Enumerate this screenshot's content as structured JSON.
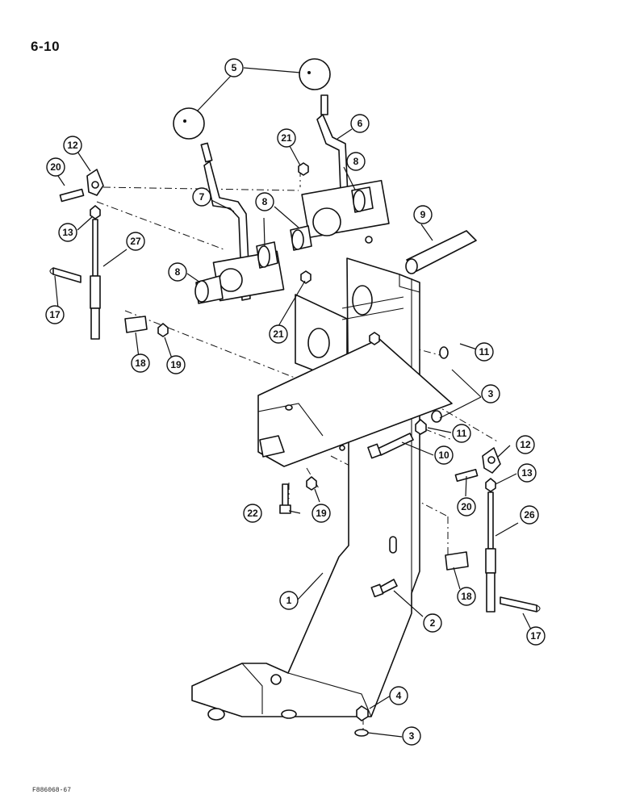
{
  "page": {
    "number": "6-10",
    "figure_id": "F886068-67"
  },
  "callouts": {
    "c1": "1",
    "c2": "2",
    "c3a": "3",
    "c3b": "3",
    "c4": "4",
    "c5": "5",
    "c6": "6",
    "c7": "7",
    "c8a": "8",
    "c8b": "8",
    "c8c": "8",
    "c9": "9",
    "c10": "10",
    "c11a": "11",
    "c11b": "11",
    "c12a": "12",
    "c12b": "12",
    "c13a": "13",
    "c13b": "13",
    "c17a": "17",
    "c17b": "17",
    "c18a": "18",
    "c18b": "18",
    "c19a": "19",
    "c19b": "19",
    "c20a": "20",
    "c20b": "20",
    "c21a": "21",
    "c21b": "21",
    "c22": "22",
    "c26": "26",
    "c27": "27"
  }
}
